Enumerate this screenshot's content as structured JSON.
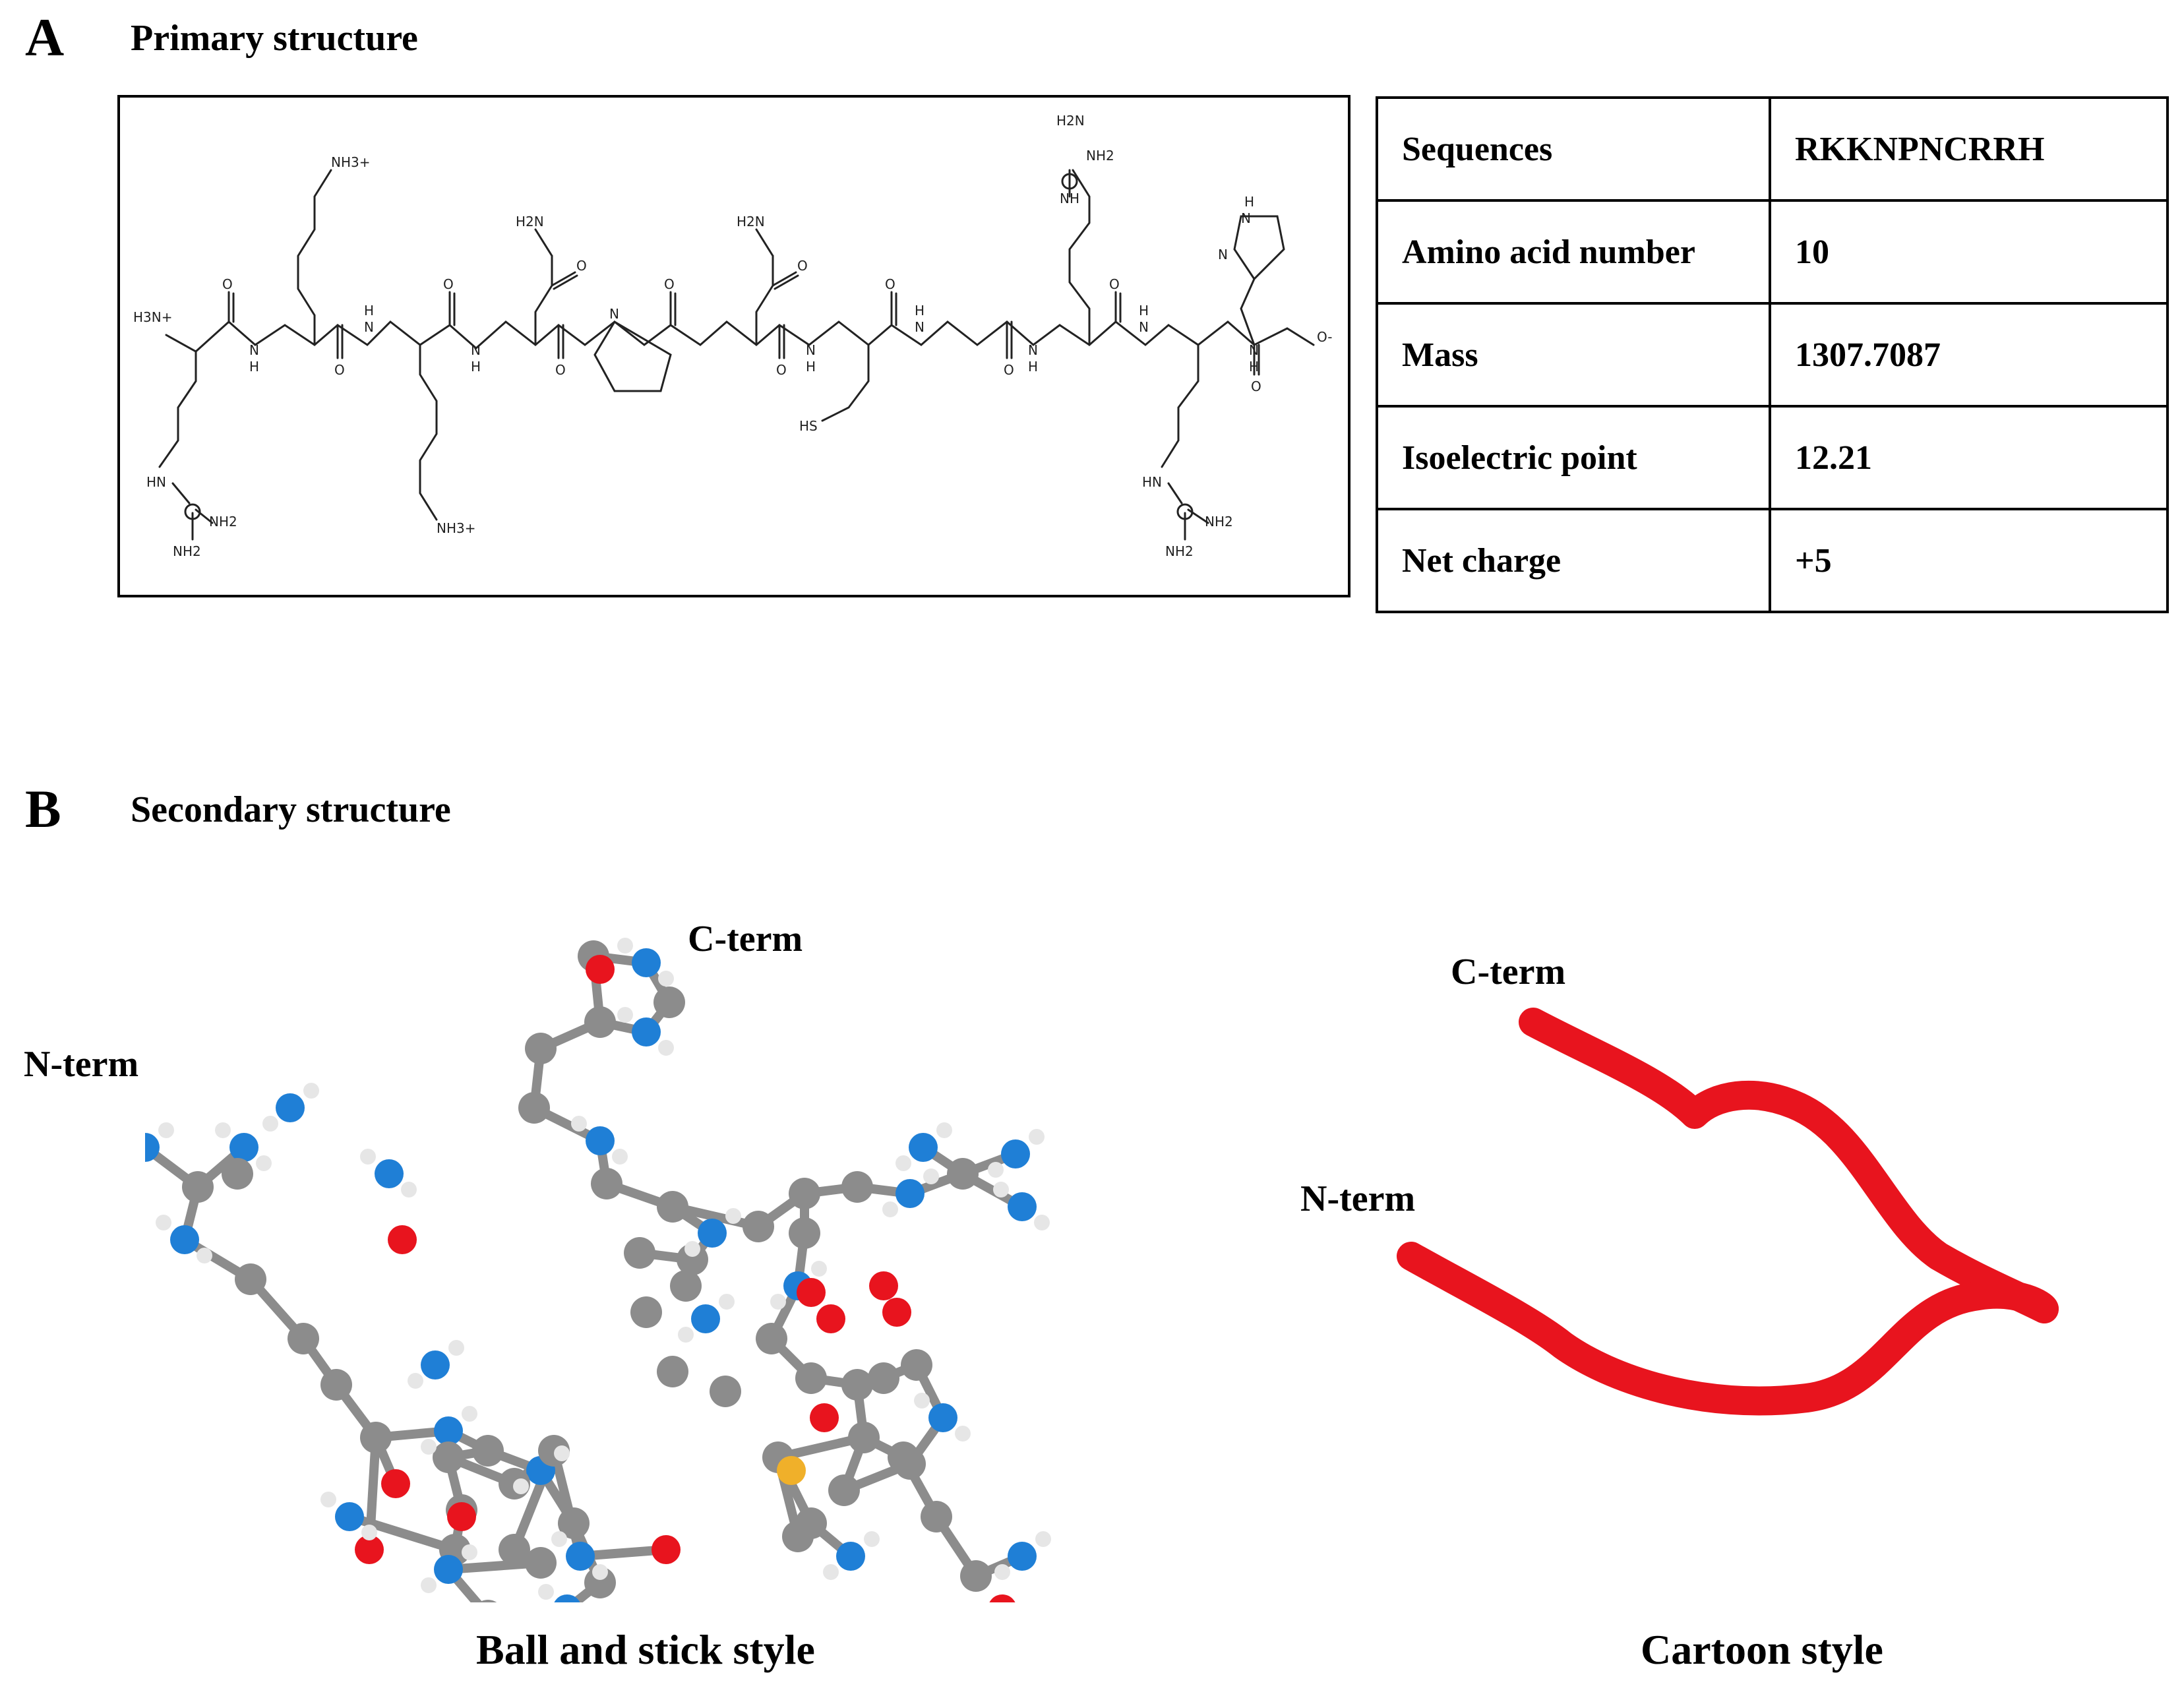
{
  "panel_a": {
    "letter": "A",
    "title": "Primary structure",
    "atom_labels": {
      "r1_nterm": "H3N+",
      "r1_hn": "HN",
      "r1_nh2a": "NH2",
      "r1_nh2b": "NH2",
      "k2_nh3": "NH3+",
      "k3_nh3": "NH3+",
      "n4_h2n": "H2N",
      "n6_h2n": "H2N",
      "c7_hs": "HS",
      "r8_h2n": "H2N",
      "r8_nh2": "NH2",
      "r8_nh": "NH",
      "r9_hn": "HN",
      "r9_nh2a": "NH2",
      "r9_nh2b": "NH2",
      "h10_nh": "H",
      "h10_n": "N",
      "h10_n2": "N",
      "cterm_o": "O-",
      "o": "O",
      "n": "N",
      "h": "H"
    },
    "table": [
      {
        "label": "Sequences",
        "value": "RKKNPNCRRH"
      },
      {
        "label": "Amino acid number",
        "value": "10"
      },
      {
        "label": "Mass",
        "value": "1307.7087"
      },
      {
        "label": "Isoelectric point",
        "value": "12.21"
      },
      {
        "label": "Net charge",
        "value": "+5"
      }
    ]
  },
  "panel_b": {
    "letter": "B",
    "title": "Secondary structure",
    "ball_stick": {
      "caption": "Ball and stick style",
      "c_term": "C-term",
      "n_term": "N-term",
      "colors": {
        "carbon": "#8c8c8c",
        "nitrogen": "#1f7fd6",
        "oxygen": "#e8141e",
        "hydrogen": "#e6e6e6",
        "sulfur": "#f0b02a"
      }
    },
    "cartoon": {
      "caption": "Cartoon style",
      "c_term": "C-term",
      "n_term": "N-term",
      "color": "#e8141e"
    }
  }
}
